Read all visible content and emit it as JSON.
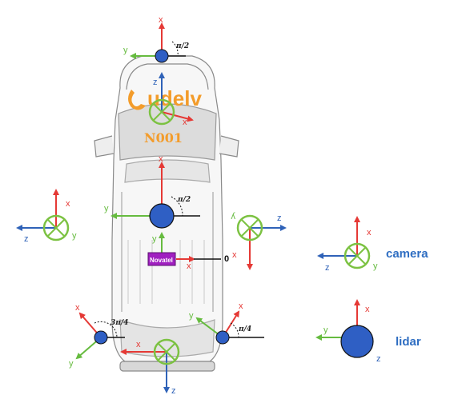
{
  "colors": {
    "x_axis": "#e53935",
    "y_axis": "#66bb3f",
    "z_axis": "#2f62b8",
    "lidar_fill": "#2f5fc4",
    "camera_ring": "#7cc242",
    "car_outline": "#8a8a8a",
    "logo_orange": "#f39c2b",
    "novatel_purple": "#a020c0"
  },
  "vehicle": {
    "logo_text": "udelv",
    "vehicle_id": "N001",
    "imu_label": "Novatel",
    "origin_label": "0"
  },
  "axis_labels": {
    "x": "x",
    "y": "y",
    "z": "z"
  },
  "angles": {
    "top_lidar": "π/2",
    "center_lidar": "π/2",
    "rear_left_lidar": "3π/4",
    "rear_right_lidar": "π/4"
  },
  "legend": {
    "camera_label": "camera",
    "lidar_label": "lidar"
  }
}
